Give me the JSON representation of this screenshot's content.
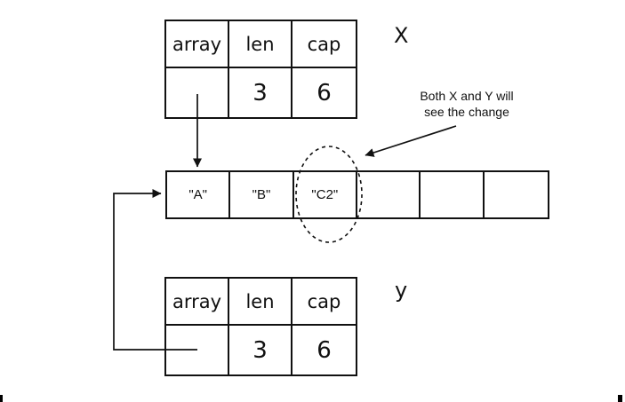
{
  "colors": {
    "background": "#ffffff",
    "stroke": "#111111",
    "text": "#111111"
  },
  "slice_x": {
    "label": "X",
    "headers": [
      "array",
      "len",
      "cap"
    ],
    "values": [
      "",
      "3",
      "6"
    ]
  },
  "slice_y": {
    "label": "y",
    "headers": [
      "array",
      "len",
      "cap"
    ],
    "values": [
      "",
      "3",
      "6"
    ]
  },
  "backing_array": {
    "cells": [
      "\"A\"",
      "\"B\"",
      "\"C2\"",
      "",
      "",
      ""
    ]
  },
  "annotation": {
    "line1": "Both X and Y will",
    "line2": "see the change"
  }
}
